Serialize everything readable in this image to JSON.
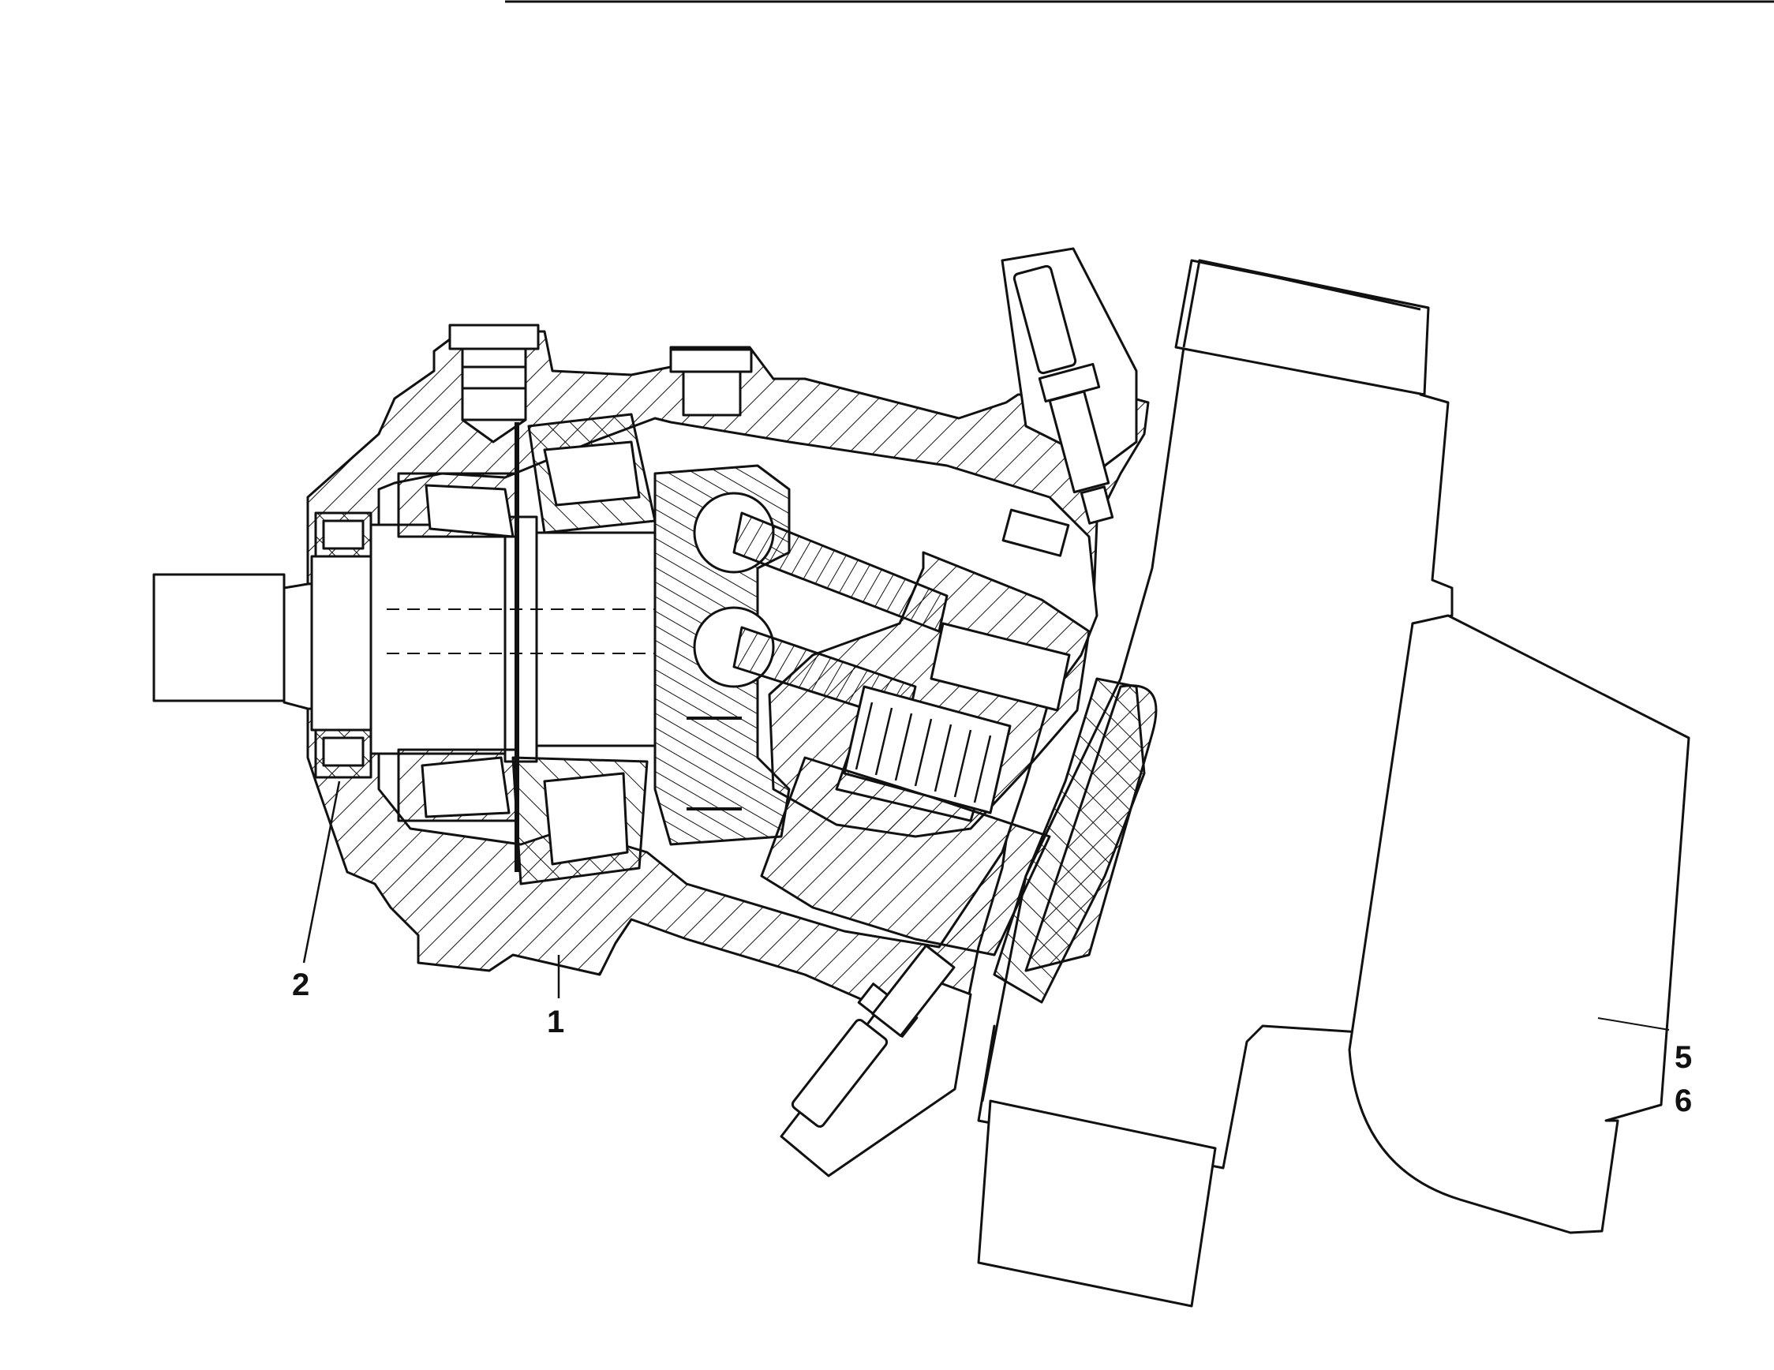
{
  "figure": {
    "callouts": [
      {
        "id": "1",
        "text": "1"
      },
      {
        "id": "2",
        "text": "2"
      },
      {
        "id": "5",
        "text": "5"
      },
      {
        "id": "6",
        "text": "6"
      }
    ]
  },
  "colors": {
    "line": "#111111",
    "background": "#ffffff"
  }
}
